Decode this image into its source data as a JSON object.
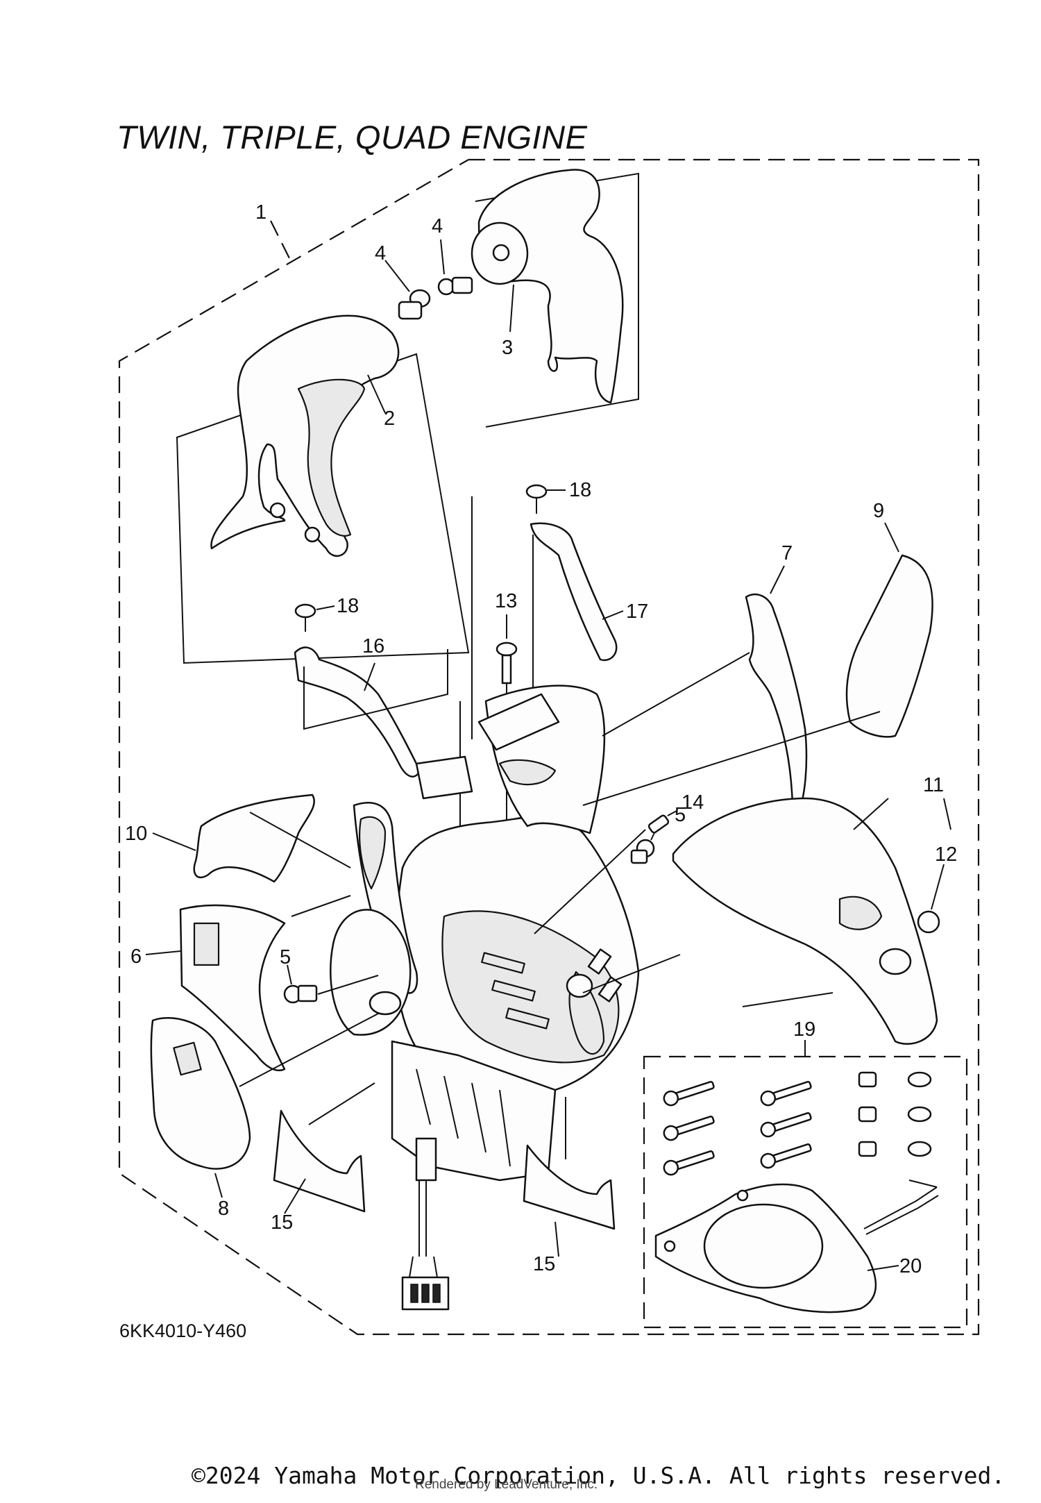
{
  "title": "TWIN, TRIPLE, QUAD ENGINE",
  "diagram_code": "6KK4010-Y460",
  "copyright": "©2024 Yamaha Motor Corporation, U.S.A. All rights reserved.",
  "rendered_by": "Rendered by LeadVenture, Inc.",
  "callouts": [
    "1",
    "2",
    "3",
    "4",
    "4",
    "5",
    "5",
    "6",
    "7",
    "8",
    "9",
    "10",
    "11",
    "12",
    "13",
    "14",
    "15",
    "15",
    "16",
    "17",
    "18",
    "18",
    "19",
    "20"
  ]
}
